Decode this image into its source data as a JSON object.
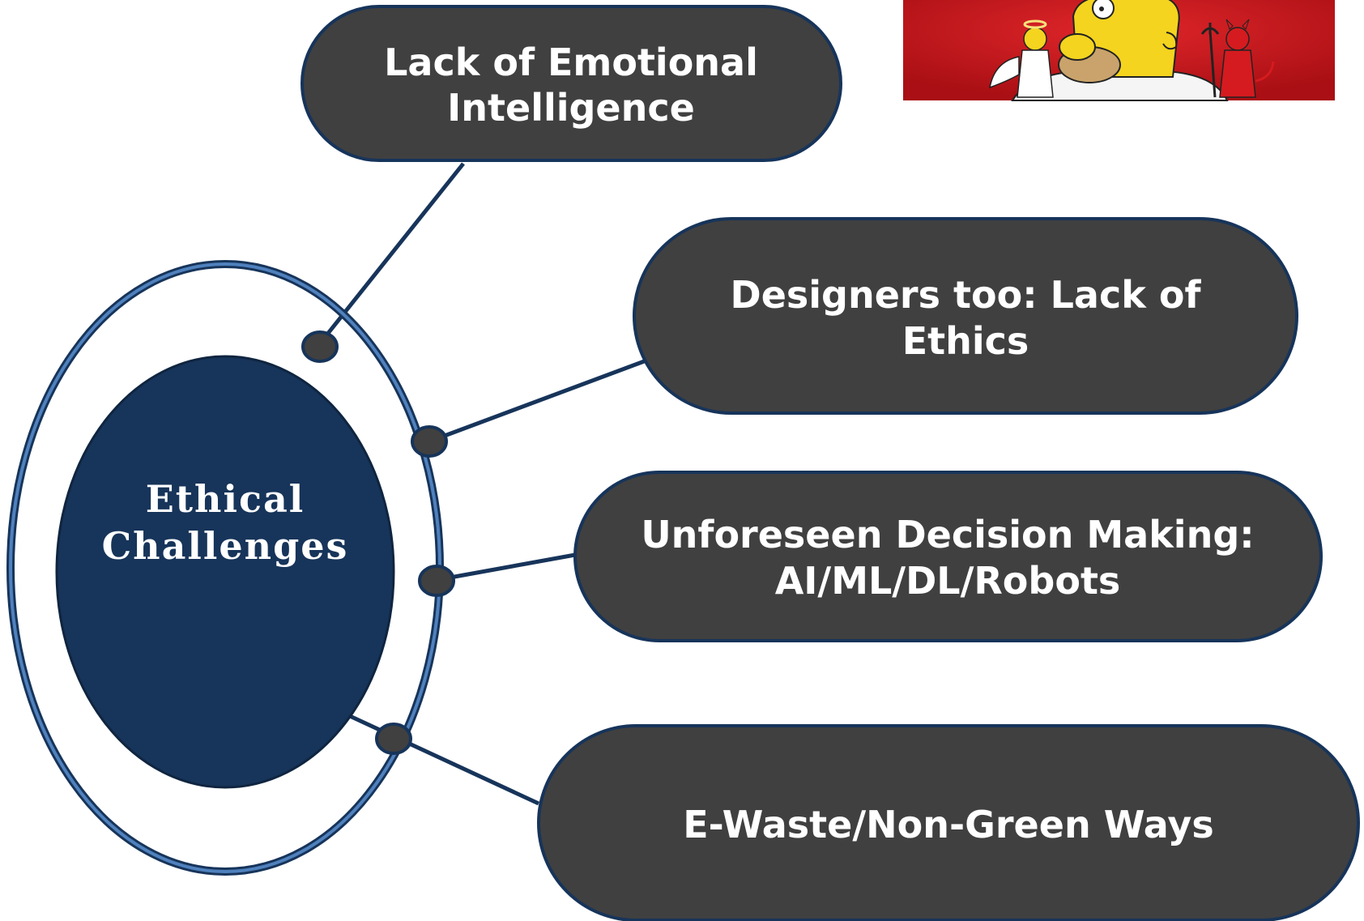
{
  "center": {
    "line1": "Ethical",
    "line2": "Challenges"
  },
  "challenges": [
    {
      "line1": "Lack of Emotional",
      "line2": "Intelligence"
    },
    {
      "line1": "Designers too: Lack of",
      "line2": "Ethics"
    },
    {
      "line1": "Unforeseen Decision Making:",
      "line2": "AI/ML/DL/Robots"
    },
    {
      "line1": "E-Waste/Non-Green Ways",
      "line2": ""
    }
  ],
  "image": {
    "icon": "homer-angel-devil-picture",
    "background_color": "#c4141a"
  },
  "colors": {
    "pill_fill": "#404040",
    "pill_border": "#17345a",
    "center_fill": "#17345a",
    "ring_outer": "#17345a",
    "ring_inner": "#4f81bd",
    "connector": "#17345a",
    "node_dot": "#404040"
  }
}
